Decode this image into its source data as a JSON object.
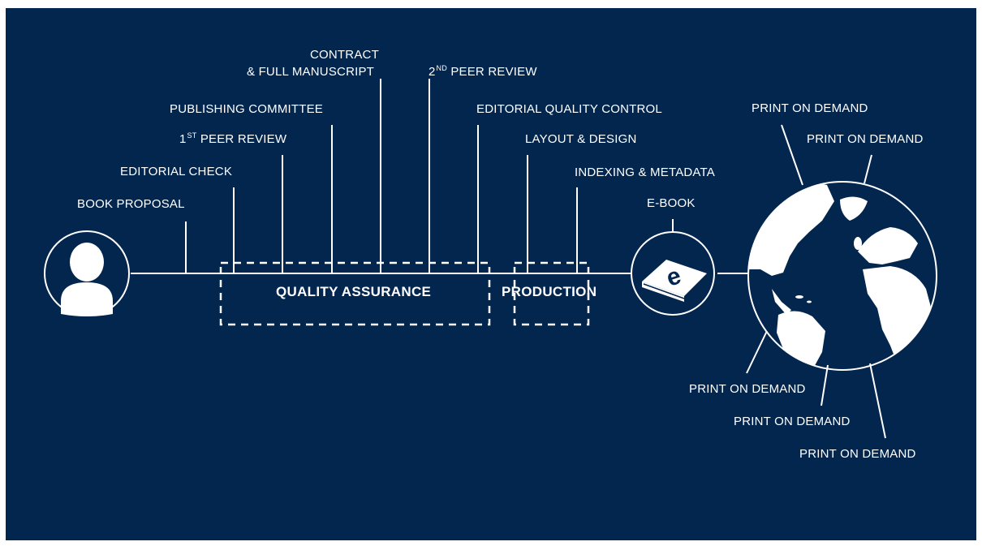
{
  "colors": {
    "background": "#03264f",
    "foreground": "#ffffff"
  },
  "icons": {
    "author": "person-icon",
    "ebook": "ebook-icon",
    "world": "globe-icon"
  },
  "steps": {
    "book_proposal": "BOOK PROPOSAL",
    "editorial_check": "EDITORIAL CHECK",
    "first_peer_review": {
      "prefix": "1",
      "sup": "ST",
      "rest": " PEER REVIEW"
    },
    "publishing_committee": "PUBLISHING COMMITTEE",
    "contract_line1": "CONTRACT",
    "contract_line2": "& FULL MANUSCRIPT",
    "second_peer_review": {
      "prefix": "2",
      "sup": "ND",
      "rest": " PEER REVIEW"
    },
    "editorial_quality_control": "EDITORIAL QUALITY CONTROL",
    "layout_design": "LAYOUT & DESIGN",
    "indexing_metadata": "INDEXING & METADATA",
    "ebook": "E-BOOK"
  },
  "boxes": {
    "quality_assurance": "QUALITY ASSURANCE",
    "production": "PRODUCTION"
  },
  "ebook_letter": "e",
  "print_on_demand": [
    "PRINT ON DEMAND",
    "PRINT ON DEMAND",
    "PRINT ON DEMAND",
    "PRINT ON DEMAND",
    "PRINT ON DEMAND"
  ]
}
